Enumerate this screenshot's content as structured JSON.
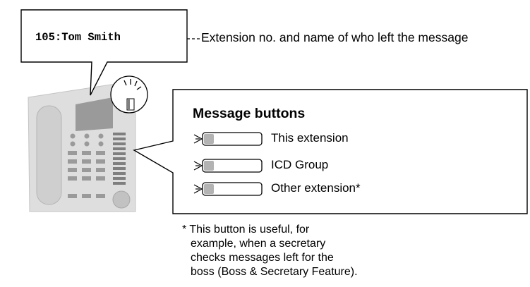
{
  "display": {
    "text": "105:Tom Smith",
    "caption": "Extension no. and name of who left the message"
  },
  "message_panel": {
    "title": "Message buttons",
    "buttons": [
      {
        "label": "This extension"
      },
      {
        "label": "ICD Group"
      },
      {
        "label": "Other extension*"
      }
    ]
  },
  "footnote": {
    "lines": [
      "* This button is useful, for",
      "example, when a secretary",
      "checks messages left for the",
      "boss (Boss & Secretary Feature)."
    ]
  },
  "colors": {
    "phone_body": "#d9d9d9",
    "phone_dark": "#8c8c8c",
    "button_fill": "#b3b3b3",
    "stroke": "#000000"
  }
}
